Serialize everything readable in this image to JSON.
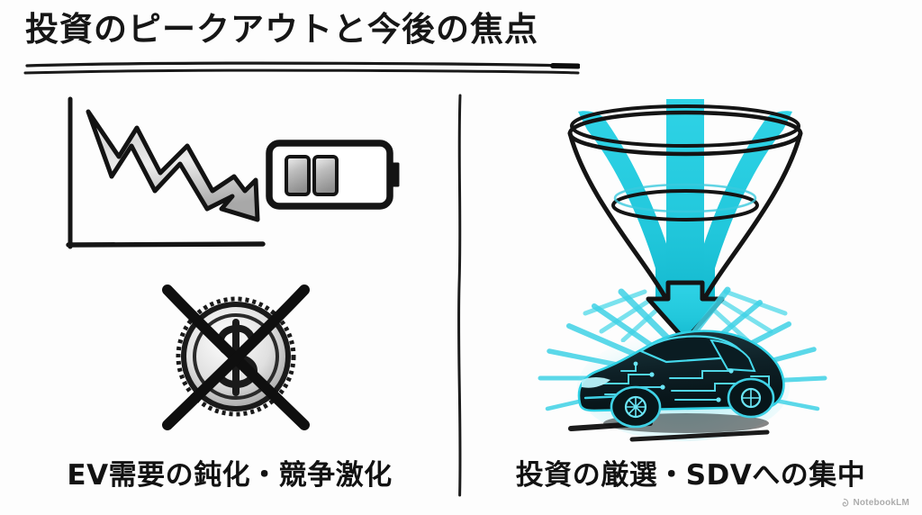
{
  "slide": {
    "title": "投資のピークアウトと今後の焦点",
    "background_color": "#fdfdfd",
    "ink_color": "#161616",
    "accent_color": "#22c8dc"
  },
  "left_panel": {
    "caption": "EV需要の鈍化・競争激化",
    "icons": [
      {
        "name": "declining-chart-icon",
        "meaning": "下降する折れ線グラフ"
      },
      {
        "name": "low-battery-icon",
        "meaning": "残量の少ないバッテリー",
        "bars": 2
      },
      {
        "name": "no-money-icon",
        "meaning": "バツ印のドル硬貨"
      }
    ]
  },
  "right_panel": {
    "caption": "投資の厳選・SDVへの集中",
    "icons": [
      {
        "name": "funnel-icon",
        "meaning": "投資を絞り込むファネル",
        "streams": 3
      },
      {
        "name": "sdv-car-icon",
        "meaning": "回路を纏った次世代EV"
      }
    ]
  },
  "watermark": {
    "label": "NotebookLM",
    "logo": "notebooklm-logo-icon"
  }
}
